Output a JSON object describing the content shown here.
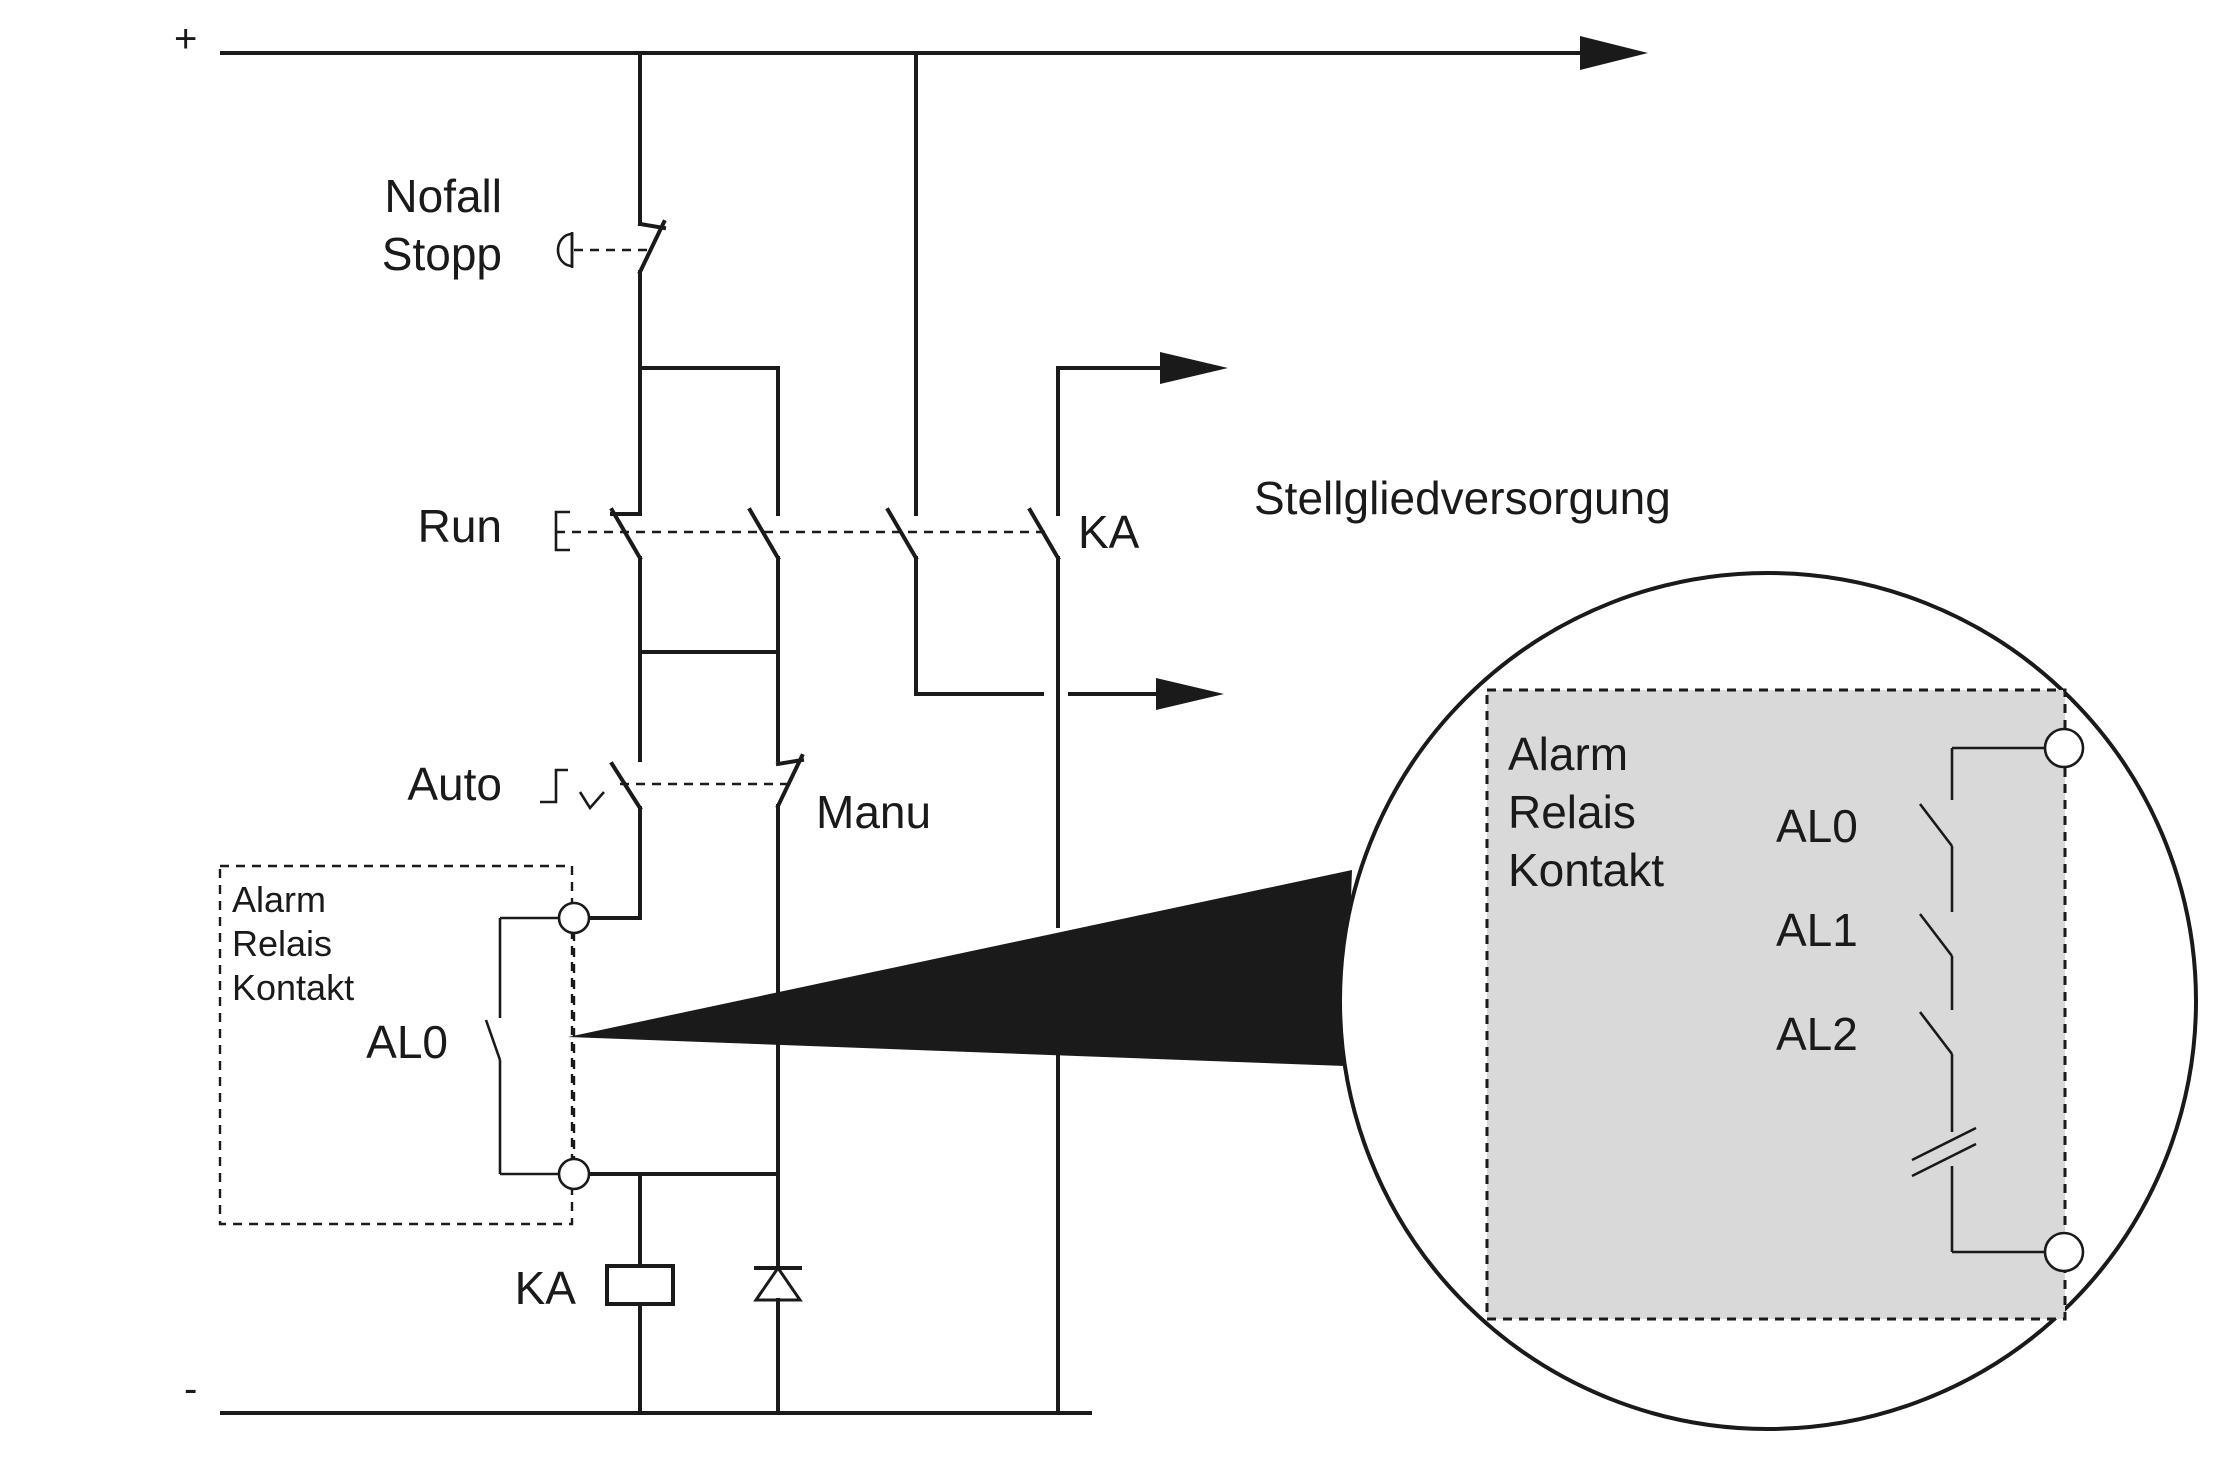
{
  "rails": {
    "plus": "+",
    "minus": "-"
  },
  "labels": {
    "emergency_stop_line1": "Nofall",
    "emergency_stop_line2": "Stopp",
    "run": "Run",
    "auto": "Auto",
    "manu": "Manu",
    "ka_contact": "KA",
    "ka_coil": "KA",
    "actuator_supply": "Stellgliedversorgung",
    "al0": "AL0"
  },
  "alarm_box": {
    "line1": "Alarm",
    "line2": "Relais",
    "line3": "Kontakt"
  },
  "zoom": {
    "line1": "Alarm",
    "line2": "Relais",
    "line3": "Kontakt",
    "contacts": [
      "AL0",
      "AL1",
      "AL2"
    ],
    "fill_color": "#d9d9d9"
  },
  "colors": {
    "line": "#1a1a1a",
    "background": "#ffffff"
  }
}
